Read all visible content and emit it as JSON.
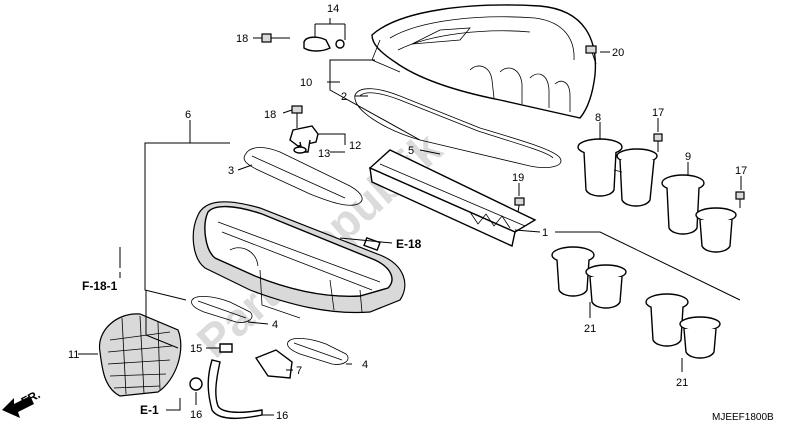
{
  "diagram": {
    "callouts": [
      {
        "id": "c1",
        "text": "1"
      },
      {
        "id": "c2",
        "text": "2"
      },
      {
        "id": "c3",
        "text": "3"
      },
      {
        "id": "c4a",
        "text": "4"
      },
      {
        "id": "c4b",
        "text": "4"
      },
      {
        "id": "c5",
        "text": "5"
      },
      {
        "id": "c6",
        "text": "6"
      },
      {
        "id": "c7",
        "text": "7"
      },
      {
        "id": "c8",
        "text": "8"
      },
      {
        "id": "c9",
        "text": "9"
      },
      {
        "id": "c10",
        "text": "10"
      },
      {
        "id": "c11",
        "text": "11"
      },
      {
        "id": "c12",
        "text": "12"
      },
      {
        "id": "c13",
        "text": "13"
      },
      {
        "id": "c14",
        "text": "14"
      },
      {
        "id": "c15",
        "text": "15"
      },
      {
        "id": "c16a",
        "text": "16"
      },
      {
        "id": "c16b",
        "text": "16"
      },
      {
        "id": "c17a",
        "text": "17"
      },
      {
        "id": "c17b",
        "text": "17"
      },
      {
        "id": "c18a",
        "text": "18"
      },
      {
        "id": "c18b",
        "text": "18"
      },
      {
        "id": "c19",
        "text": "19"
      },
      {
        "id": "c20",
        "text": "20"
      },
      {
        "id": "c21a",
        "text": "21"
      },
      {
        "id": "c21b",
        "text": "21"
      }
    ],
    "references": {
      "e18": "E-18",
      "f181": "F-18-1",
      "e1": "E-1",
      "fr": "FR."
    },
    "diagram_code": "MJEEF1800B",
    "watermark": "PartsRepublik"
  },
  "colors": {
    "line": "#000000",
    "shade": "#d9d9d9",
    "watermark": "#9a9a9a"
  }
}
